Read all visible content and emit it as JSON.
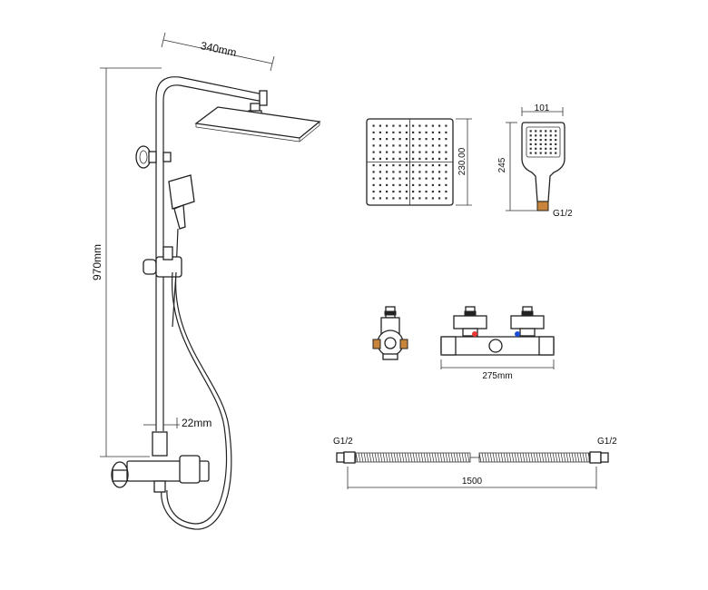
{
  "dimensions": {
    "arm_length": "340mm",
    "total_height": "970mm",
    "pipe_diameter": "22mm",
    "head_width": "230.00",
    "hand_width": "101",
    "hand_length": "245",
    "hand_thread": "G1/2",
    "mixer_length": "275mm",
    "hose_thread_left": "G1/2",
    "hose_thread_right": "G1/2",
    "hose_length": "1500"
  },
  "colors": {
    "line": "#222222",
    "hot": "#e53935",
    "cold": "#1e4fd8",
    "brass": "#c8843a"
  },
  "head_grid": {
    "rows": 12,
    "cols": 12
  },
  "hand_grid": {
    "rows": 6,
    "cols": 6
  }
}
